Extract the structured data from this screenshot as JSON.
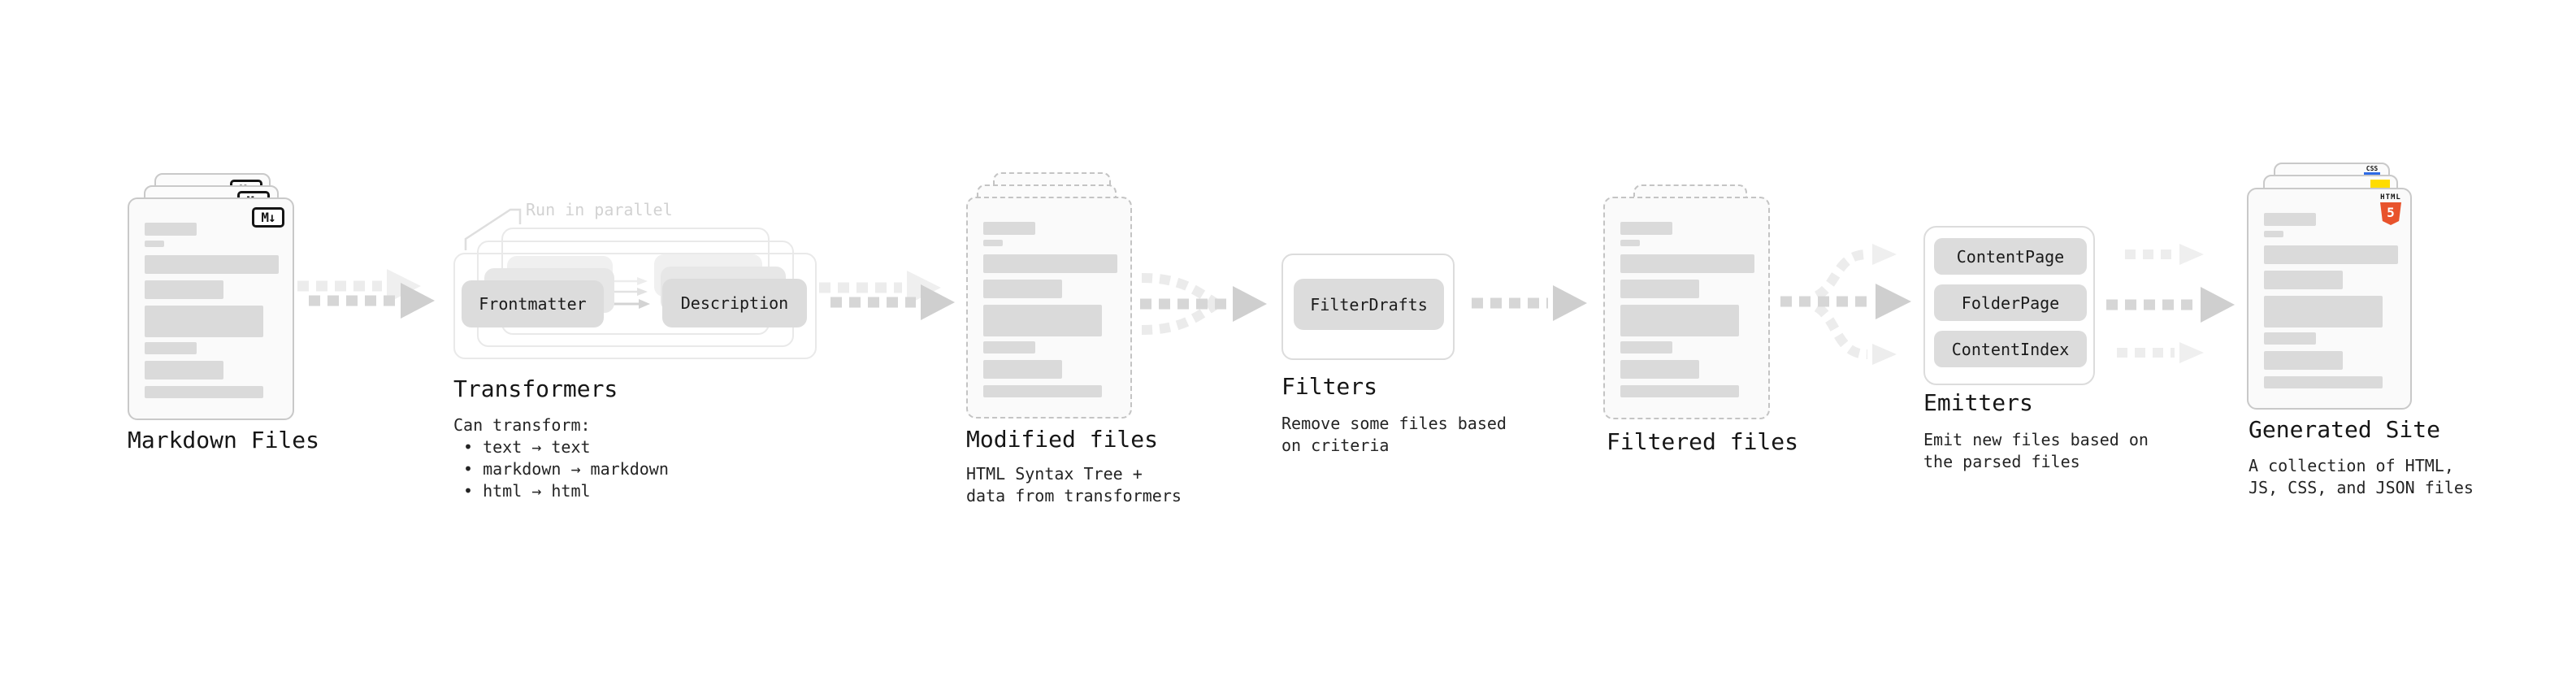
{
  "diagram": {
    "stages": {
      "markdown": {
        "title": "Markdown Files",
        "badge": "M↓"
      },
      "transformers": {
        "title": "Transformers",
        "note": "Run in parallel",
        "pills": [
          "Frontmatter",
          "Description"
        ],
        "desc": [
          "Can transform:",
          "• text → text",
          "• markdown → markdown",
          "• html → html"
        ]
      },
      "modified": {
        "title": "Modified files",
        "desc": [
          "HTML Syntax Tree +",
          "data from transformers"
        ]
      },
      "filters": {
        "title": "Filters",
        "pills": [
          "FilterDrafts"
        ],
        "desc": [
          "Remove some files based",
          "on criteria"
        ]
      },
      "filtered": {
        "title": "Filtered files"
      },
      "emitters": {
        "title": "Emitters",
        "pills": [
          "ContentPage",
          "FolderPage",
          "ContentIndex"
        ],
        "desc": [
          "Emit new files based on",
          "the parsed files"
        ]
      },
      "generated": {
        "title": "Generated Site",
        "desc": [
          "A collection of HTML,",
          "JS, CSS, and JSON files"
        ],
        "badges": {
          "css": "CSS",
          "html_label": "HTML",
          "html_number": "5"
        }
      }
    },
    "colors": {
      "html5_orange": "#e8532c",
      "js_yellow": "#ffdc00",
      "css_blue": "#2e6be5",
      "pill_gray": "#dcdcdc",
      "bar_gray": "#dadada",
      "arrow_gray": "#d6d6d6",
      "arrow_ghost": "#ececec"
    }
  }
}
